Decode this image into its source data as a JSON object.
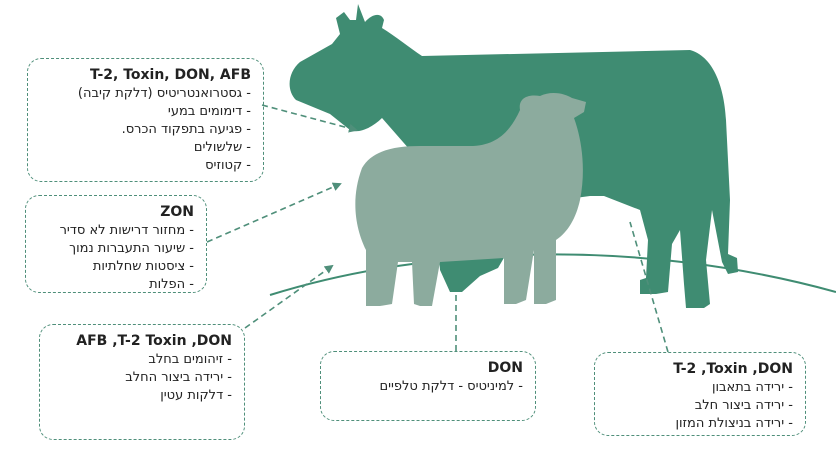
{
  "colors": {
    "cow": "#3f8c72",
    "sheep": "#8cab9e",
    "accent": "#4f8f7a",
    "text": "#222222"
  },
  "boxes": {
    "cow_effects": {
      "title": "T-2, Toxin, DON, AFB",
      "items": [
        "גסטרואנטריטיס (דלקת קיבה)",
        "דימומים במעי",
        "פגיעה בתפקוד הכרס.",
        "שלשולים",
        "קטוזיס"
      ]
    },
    "zon": {
      "title": "ZON",
      "items": [
        "מחזור דרישות לא סדיר",
        "שיעור התעברות נמוך",
        "ציסטות שחלתיות",
        "הפלות"
      ]
    },
    "afb_t2": {
      "title": "AFB ,T-2 Toxin ,DON",
      "items": [
        "זיהומים בחלב",
        "ירידה ביצור החלב",
        "דלקות עטין"
      ]
    },
    "don": {
      "title": "DON",
      "items": [
        "למיניטיס - דלקת טלפיים"
      ]
    },
    "don_toxin_t2": {
      "title": "T-2 ,Toxin ,DON",
      "items": [
        "ירידה בתאבון",
        "ירידה ביצור חלב",
        "ירידה בניצולת המזון"
      ]
    }
  }
}
